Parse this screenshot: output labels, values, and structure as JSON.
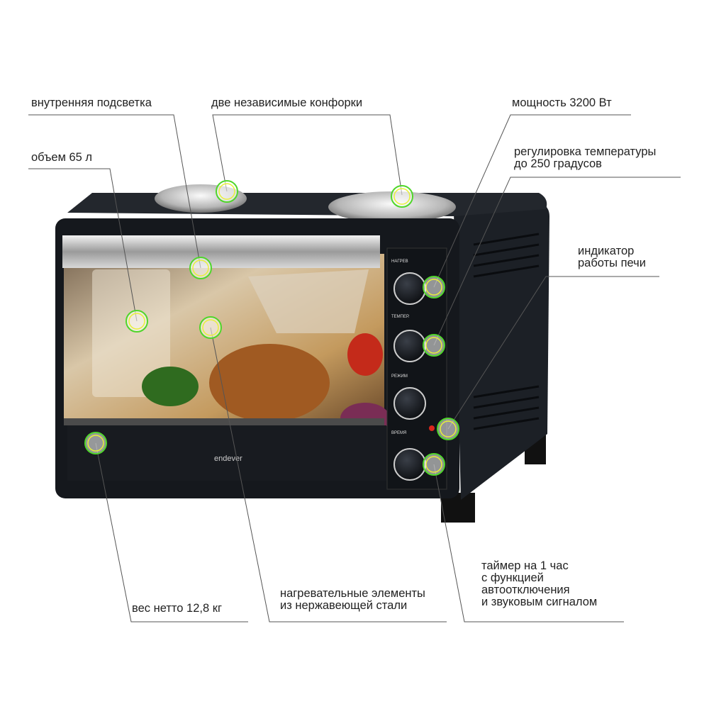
{
  "callouts": {
    "interior_light": "внутренняя подсветка",
    "two_burners": "две независимые конфорки",
    "power": "мощность 3200 Вт",
    "temp_line1": "регулировка температуры",
    "temp_line2": "до 250 градусов",
    "volume": "объем 65 л",
    "indicator_line1": "индикатор",
    "indicator_line2": "работы печи",
    "weight": "вес нетто 12,8 кг",
    "heating_line1": "нагревательные элементы",
    "heating_line2": "из нержавеющей стали",
    "timer_line1": "таймер на 1 час",
    "timer_line2": "с функцией",
    "timer_line3": "автоотключения",
    "timer_line4": "и звуковым сигналом"
  },
  "panel": {
    "heat": "НАГРЕВ",
    "temp": "ТЕМПЕР.",
    "mode": "РЕЖИМ",
    "time": "ВРЕМЯ"
  },
  "brand": "endever",
  "colors": {
    "hotspot_green": "#4fd62a",
    "hotspot_yellow": "#e8f03a",
    "line": "#555555",
    "body": "#15181d"
  }
}
